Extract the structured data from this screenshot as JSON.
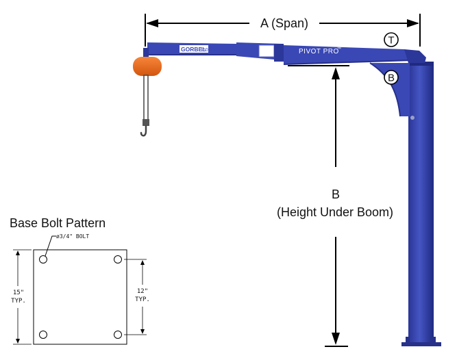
{
  "dimensions": {
    "span_label": "A (Span)",
    "height_letter": "B",
    "height_label": "(Height Under Boom)"
  },
  "markers": {
    "top_marker": "T",
    "bottom_marker": "B"
  },
  "crane": {
    "brand_label": "GORBEL",
    "capacity_label": "150",
    "model_label": "PIVOT PRO",
    "model_mark": "™",
    "colors": {
      "boom": "#3a48b5",
      "boom_dark": "#27308a",
      "column": "#3848b8",
      "column_dark": "#222d86",
      "hoist": "#ef6a1c"
    }
  },
  "bolt_pattern": {
    "title": "Base Bolt Pattern",
    "bolt_label": "ø3/4\" BOLT",
    "outer_dim": "15\"",
    "outer_typ": "TYP.",
    "inner_dim": "12\"",
    "inner_typ": "TYP."
  }
}
